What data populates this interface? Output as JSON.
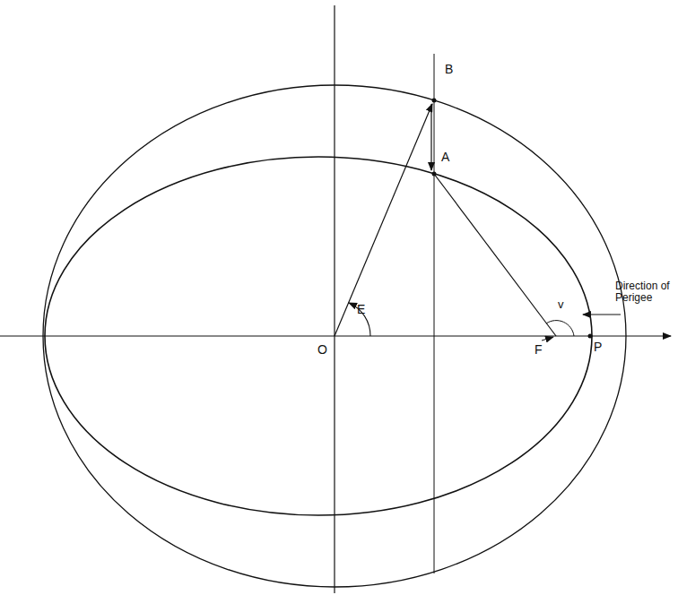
{
  "diagram": {
    "labels": [
      "B",
      "A",
      "E",
      "O",
      "F",
      "P",
      "v",
      "Direction of Perigee"
    ]
  }
}
